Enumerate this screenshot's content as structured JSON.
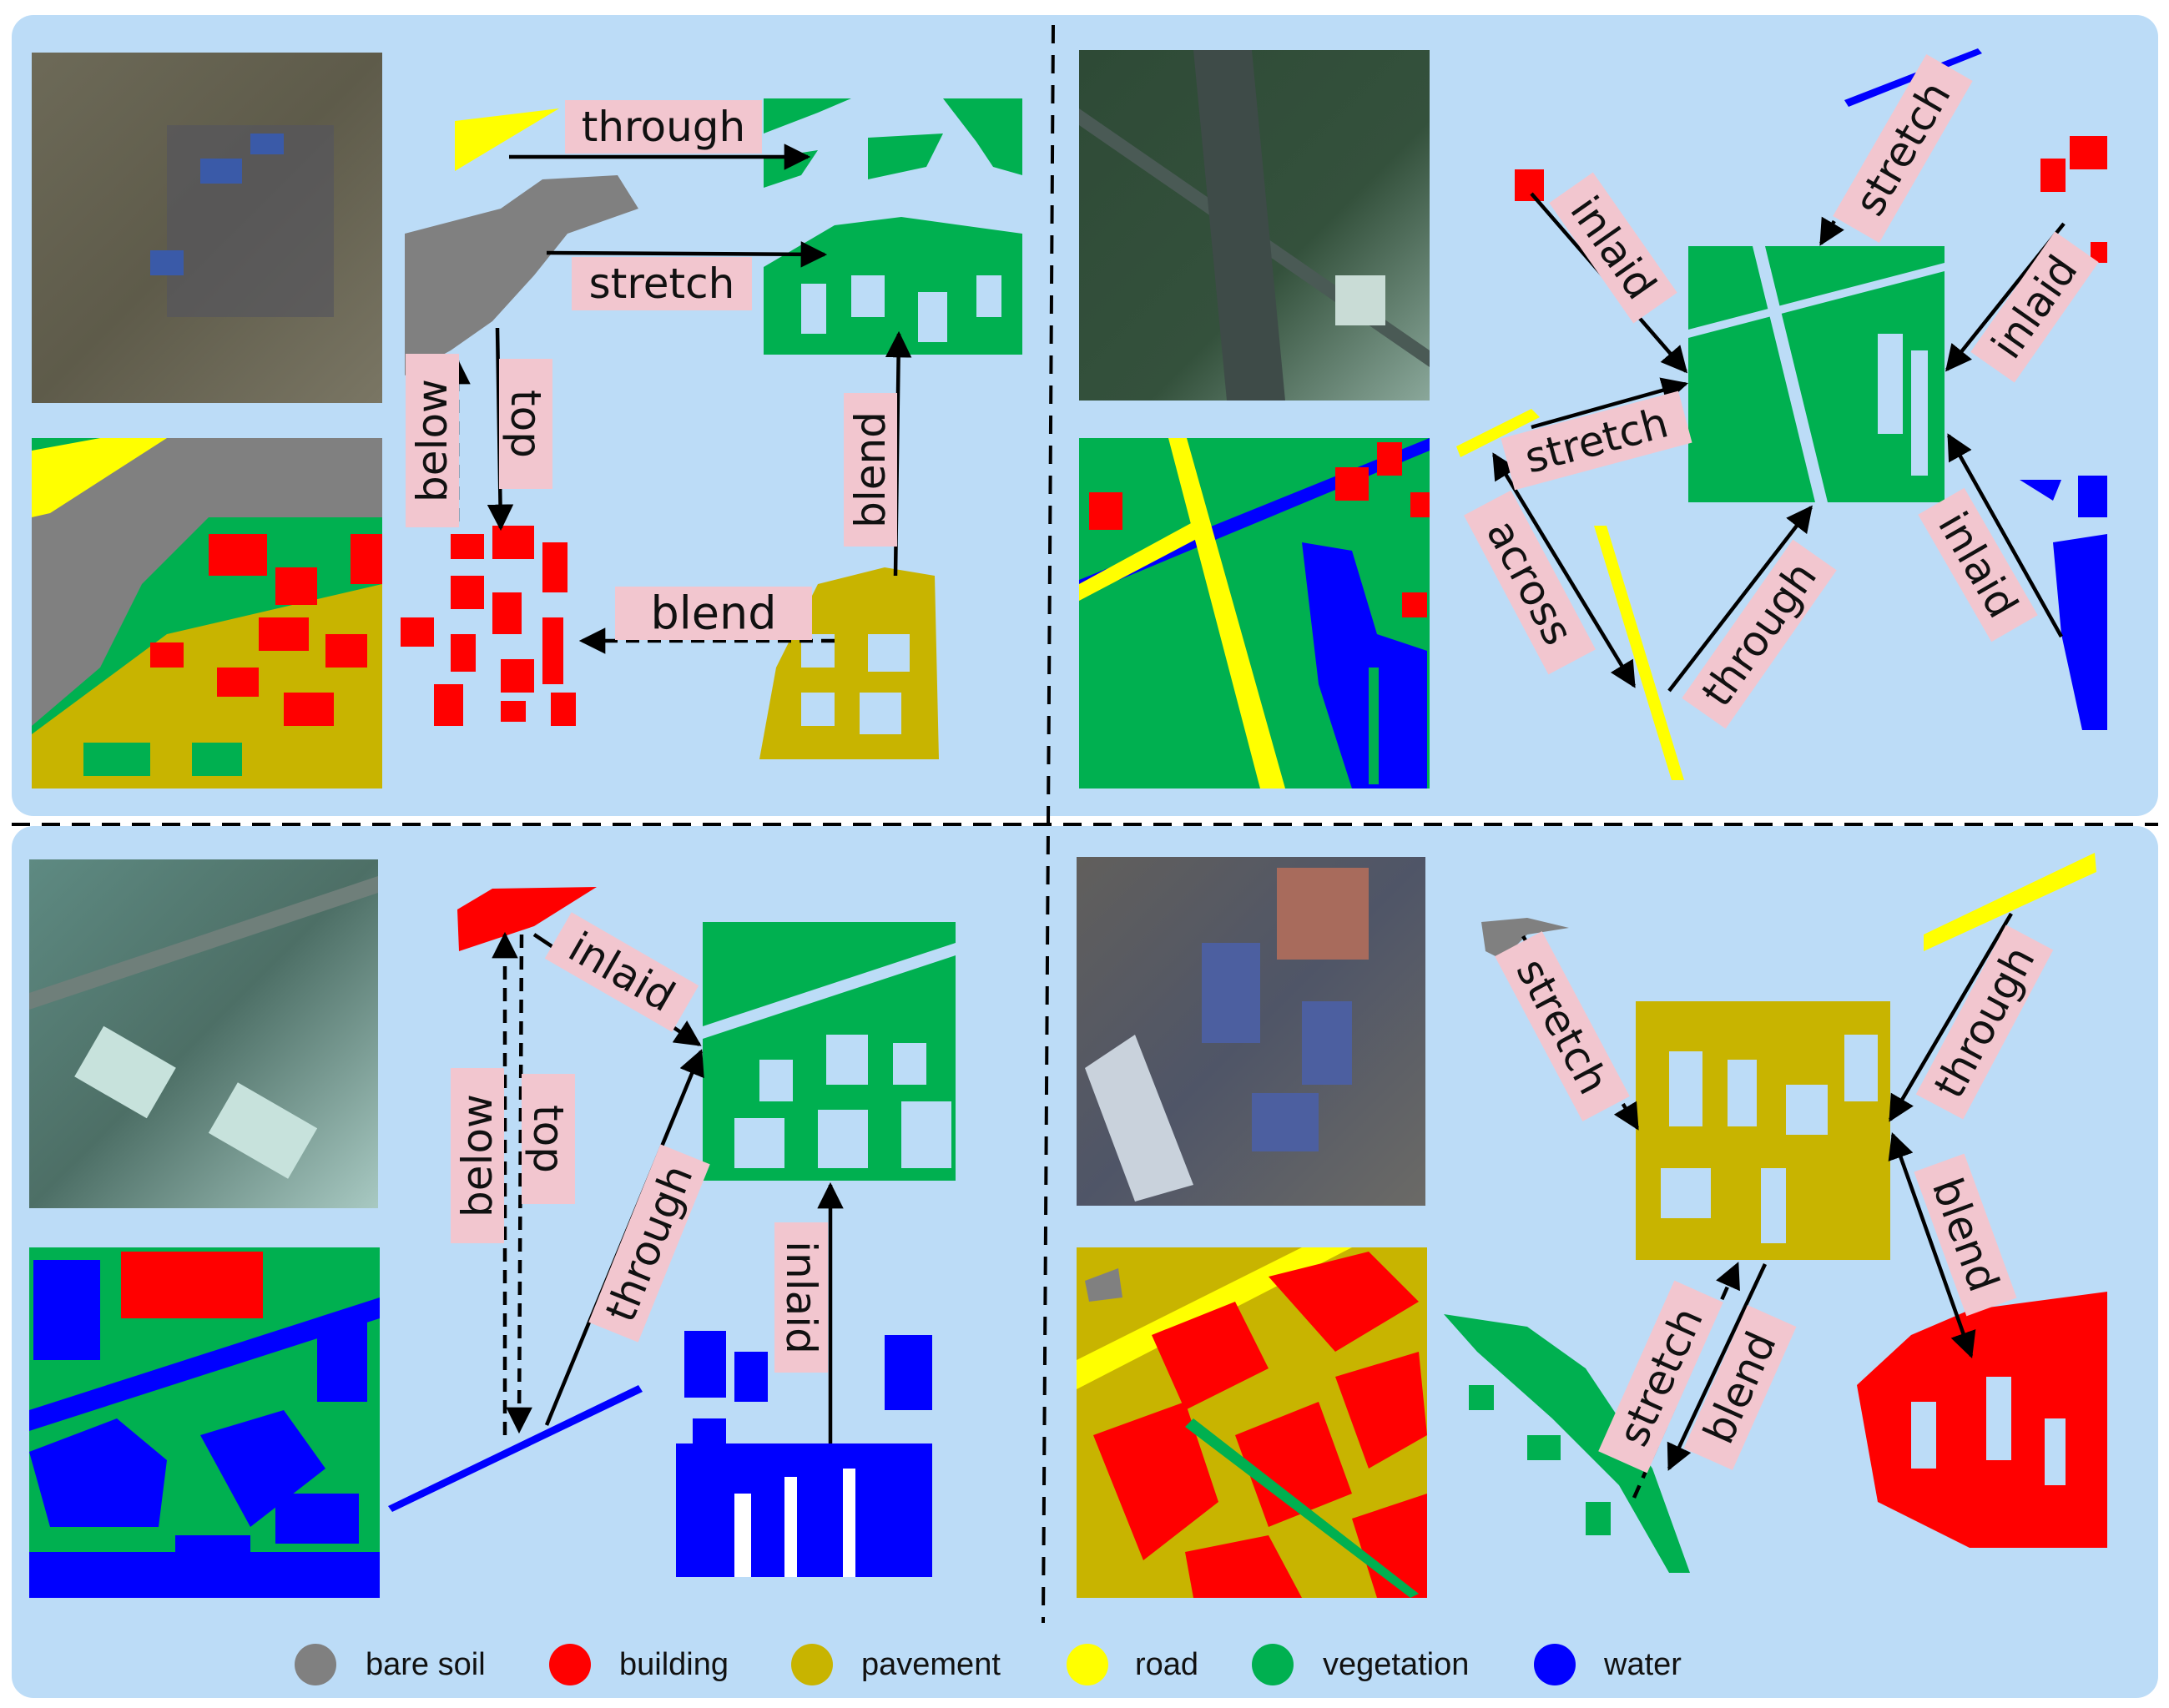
{
  "colors": {
    "background": "#bcdcf7",
    "label_box": "#f2c6cf",
    "bare_soil": "#808080",
    "building": "#ff0000",
    "pavement": "#c8b400",
    "road": "#ffff00",
    "vegetation": "#00b050",
    "water": "#0000ff",
    "arrow": "#000000"
  },
  "legend": [
    {
      "key": "bare_soil",
      "label": "bare soil",
      "color": "#808080"
    },
    {
      "key": "building",
      "label": "building",
      "color": "#ff0000"
    },
    {
      "key": "pavement",
      "label": "pavement",
      "color": "#c8b400"
    },
    {
      "key": "road",
      "label": "road",
      "color": "#ffff00"
    },
    {
      "key": "vegetation",
      "label": "vegetation",
      "color": "#00b050"
    },
    {
      "key": "water",
      "label": "water",
      "color": "#0000ff"
    }
  ],
  "panels": {
    "top_left": {
      "relations": [
        "through",
        "stretch",
        "below",
        "top",
        "blend",
        "blend"
      ]
    },
    "top_right": {
      "relations": [
        "inlaid",
        "stretch",
        "inlaid",
        "stretch",
        "inlaid",
        "across",
        "through"
      ]
    },
    "bottom_left": {
      "relations": [
        "inlaid",
        "below",
        "top",
        "through",
        "inlaid"
      ]
    },
    "bottom_right": {
      "relations": [
        "stretch",
        "through",
        "blend",
        "stretch",
        "blend"
      ]
    }
  }
}
